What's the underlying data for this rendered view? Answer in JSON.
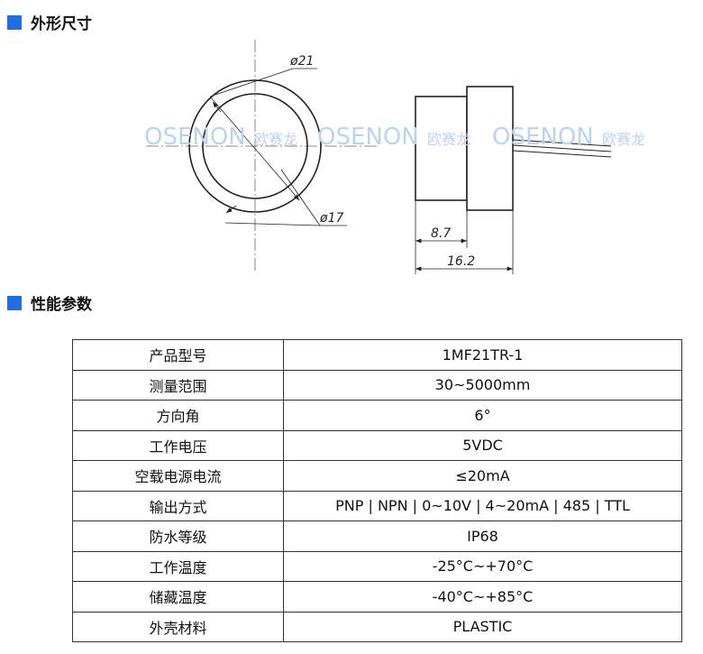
{
  "sections": {
    "dimensions_title": "外形尺寸",
    "params_title": "性能参数"
  },
  "drawing": {
    "dims": {
      "outer_dia": "ø21",
      "inner_dia": "ø17",
      "front_len": "8.7",
      "total_len": "16.2"
    },
    "watermarks": [
      {
        "latin": "OSENON",
        "cn": "欧赛龙"
      },
      {
        "latin": "OSENON",
        "cn": "欧赛龙"
      },
      {
        "latin": "OSENON",
        "cn": "欧赛龙"
      }
    ]
  },
  "specs": [
    {
      "key": "产品型号",
      "value": "1MF21TR-1"
    },
    {
      "key": "测量范围",
      "value": "30~5000mm"
    },
    {
      "key": "方向角",
      "value": "6°"
    },
    {
      "key": "工作电压",
      "value": "5VDC"
    },
    {
      "key": "空载电源电流",
      "value": "≤20mA"
    },
    {
      "key": "输出方式",
      "value": "PNP | NPN | 0~10V | 4~20mA | 485 | TTL"
    },
    {
      "key": "防水等级",
      "value": "IP68"
    },
    {
      "key": "工作温度",
      "value": "-25°C~+70°C"
    },
    {
      "key": "储藏温度",
      "value": "-40°C~+85°C"
    },
    {
      "key": "外壳材料",
      "value": "PLASTIC"
    }
  ],
  "colors": {
    "accent": "#1f6fe0",
    "watermark": "#bcd3ef"
  }
}
